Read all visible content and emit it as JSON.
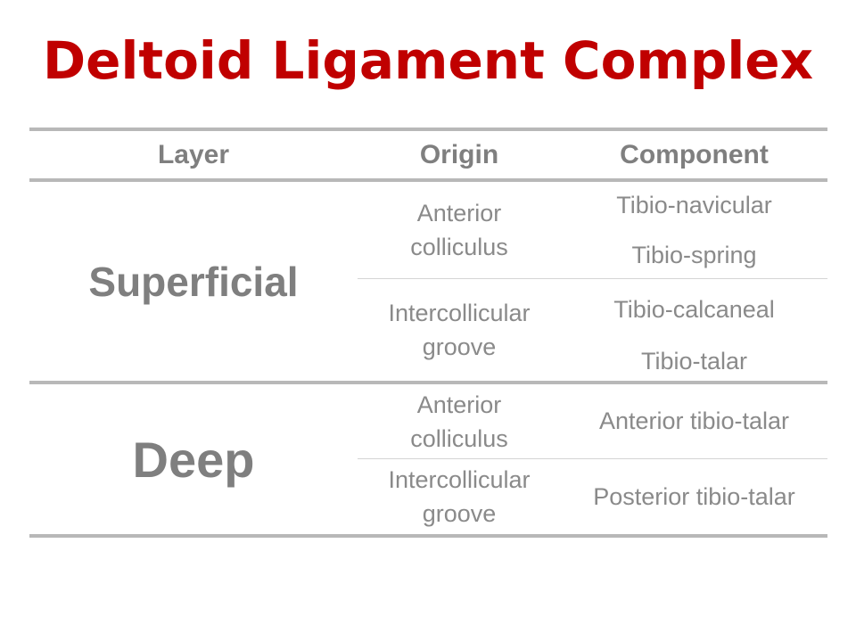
{
  "title": "Deltoid Ligament Complex",
  "table": {
    "headers": [
      "Layer",
      "Origin",
      "Component"
    ],
    "rows": [
      {
        "layer": "Superficial",
        "groups": [
          {
            "origin": "Anterior colliculus",
            "components": [
              "Tibio-navicular",
              "Tibio-spring"
            ]
          },
          {
            "origin": "Intercollicular groove",
            "components": [
              "Tibio-calcaneal",
              "Tibio-talar"
            ]
          }
        ]
      },
      {
        "layer": "Deep",
        "groups": [
          {
            "origin": "Anterior colliculus",
            "components": [
              "Anterior tibio-talar"
            ]
          },
          {
            "origin": "Intercollicular groove",
            "components": [
              "Posterior tibio-talar"
            ]
          }
        ]
      }
    ]
  },
  "colors": {
    "title": "#c00000",
    "text": "#7f7f7f",
    "rule": "#b8b8b8"
  }
}
